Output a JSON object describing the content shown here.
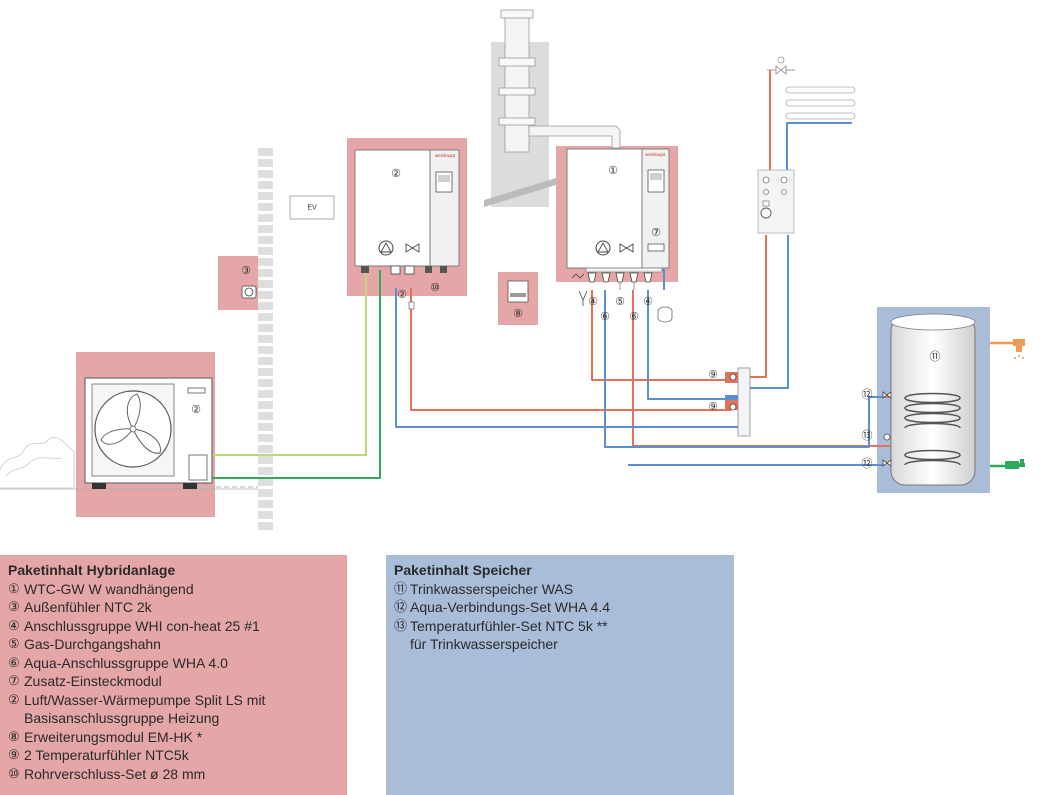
{
  "labels": {
    "ev": "EV",
    "boiler_brand": "weishaupt",
    "indoor_brand": "weishaupt"
  },
  "callouts": {
    "c1": "①",
    "c2_indoor": "②",
    "c2_outdoor": "②",
    "c2_conn": "②",
    "c3": "③",
    "c4_left": "④",
    "c4_right": "④",
    "c5": "⑤",
    "c6_left": "⑥",
    "c6_right": "⑥",
    "c7": "⑦",
    "c8": "⑧",
    "c9_top": "⑨",
    "c9_bottom": "⑨",
    "c10": "⑩",
    "c11": "⑪",
    "c12_top": "⑫",
    "c12_bottom": "⑫",
    "c13": "⑬"
  },
  "legend_left": {
    "title": "Paketinhalt Hybridanlage",
    "items": [
      {
        "num": "①",
        "text": "WTC-GW W wandhängend"
      },
      {
        "num": "③",
        "text": "Außenfühler NTC 2k"
      },
      {
        "num": "④",
        "text": "Anschlussgruppe WHI con-heat 25 #1"
      },
      {
        "num": "⑤",
        "text": "Gas-Durchgangshahn"
      },
      {
        "num": "⑥",
        "text": "Aqua-Anschlussgruppe WHA 4.0"
      },
      {
        "num": "⑦",
        "text": "Zusatz-Einsteckmodul"
      },
      {
        "num": "②",
        "text": "Luft/Wasser-Wärmepumpe Split LS mit"
      },
      {
        "num": "",
        "text": "Basisanschlussgruppe Heizung"
      },
      {
        "num": "⑧",
        "text": "Erweiterungsmodul EM-HK *"
      },
      {
        "num": "⑨",
        "text": "2 Temperaturfühler NTC5k"
      },
      {
        "num": "⑩",
        "text": "Rohrverschluss-Set ø 28 mm"
      }
    ]
  },
  "legend_right": {
    "title": "Paketinhalt Speicher",
    "items": [
      {
        "num": "⑪",
        "text": "Trinkwasserspeicher WAS"
      },
      {
        "num": "⑫",
        "text": "Aqua-Verbindungs-Set WHA 4.4"
      },
      {
        "num": "⑬",
        "text": "Temperaturfühler-Set NTC 5k **"
      },
      {
        "num": "",
        "text": "für Trinkwasserspeicher"
      }
    ]
  },
  "colors": {
    "pink_panel": "#e4a6a6",
    "blue_panel": "#a9bcd8",
    "hot_pipe": "#e0735a",
    "cold_pipe": "#5b8fd0",
    "green_pipe": "#2fa860",
    "lime_pipe": "#b9d879",
    "hot_water": "#ef9a55"
  }
}
